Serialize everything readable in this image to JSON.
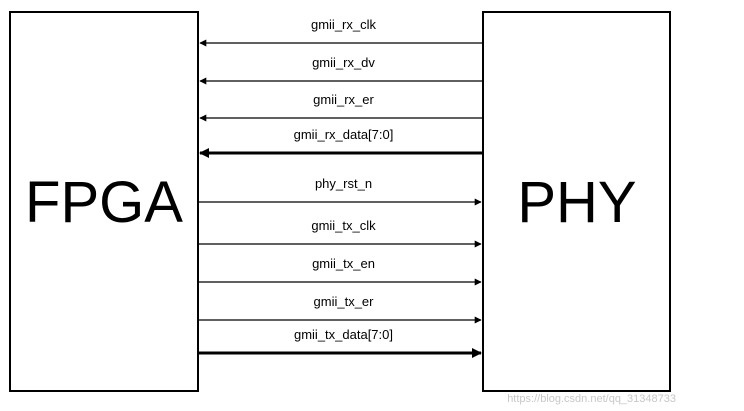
{
  "blocks": {
    "left": {
      "label": "FPGA"
    },
    "right": {
      "label": "PHY"
    }
  },
  "signals": [
    {
      "label": "gmii_rx_clk",
      "direction": "to-left",
      "bus": false
    },
    {
      "label": "gmii_rx_dv",
      "direction": "to-left",
      "bus": false
    },
    {
      "label": "gmii_rx_er",
      "direction": "to-left",
      "bus": false
    },
    {
      "label": "gmii_rx_data[7:0]",
      "direction": "to-left",
      "bus": true
    },
    {
      "label": "phy_rst_n",
      "direction": "to-right",
      "bus": false
    },
    {
      "label": "gmii_tx_clk",
      "direction": "to-right",
      "bus": false
    },
    {
      "label": "gmii_tx_en",
      "direction": "to-right",
      "bus": false
    },
    {
      "label": "gmii_tx_er",
      "direction": "to-right",
      "bus": false
    },
    {
      "label": "gmii_tx_data[7:0]",
      "direction": "to-right",
      "bus": true
    }
  ],
  "watermark": "https://blog.csdn.net/qq_31348733",
  "colors": {
    "line": "#000000",
    "watermark": "#c8c8c8"
  }
}
